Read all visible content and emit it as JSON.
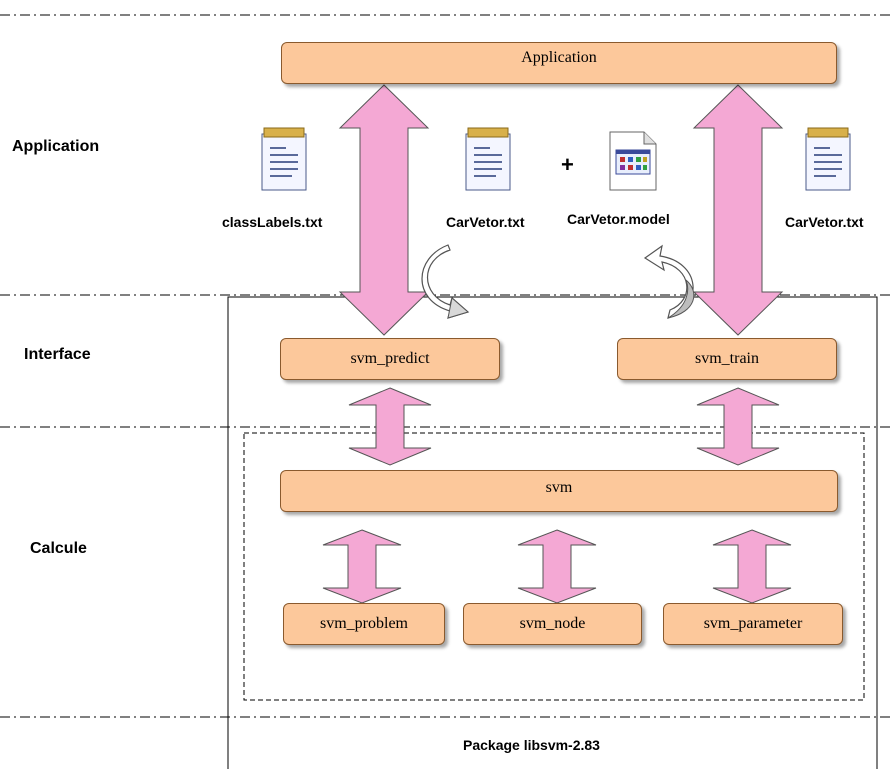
{
  "layers": {
    "application": "Application",
    "interface": "Interface",
    "calcule": "Calcule"
  },
  "boxes": {
    "application": "Application",
    "svm_predict": "svm_predict",
    "svm_train": "svm_train",
    "svm": "svm",
    "svm_problem": "svm_problem",
    "svm_node": "svm_node",
    "svm_parameter": "svm_parameter"
  },
  "files": {
    "class_labels": "classLabels.txt",
    "car_vetor_left": "CarVetor.txt",
    "model": "CarVetor.model",
    "car_vetor_right": "CarVetor.txt"
  },
  "plus": "+",
  "package_label": "Package libsvm-2.83",
  "icons": [
    "text-file-icon",
    "model-file-icon",
    "curved-arrow-icon"
  ],
  "colors": {
    "box_fill": "#fcc89b",
    "arrow_fill": "#f4a8d4"
  }
}
